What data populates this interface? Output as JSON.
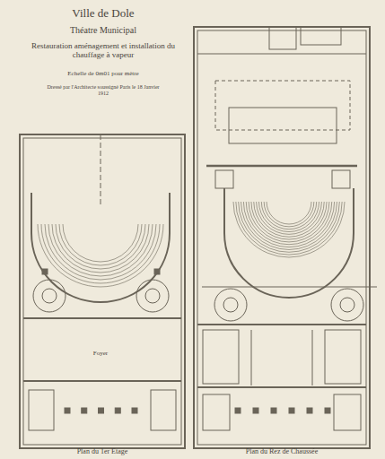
{
  "diagram": {
    "title": "Ville de Dole",
    "labels": [
      "Théatre Municipal",
      "Restauration aménagement et installation du chauffage à vapeur",
      "Echelle de 0m01 pour mètre",
      "Dressé par l'Architecte soussigné Paris le 18 Janvier 1912",
      "Foyer",
      "Plan du 1er Etage",
      "Plan du Rez de Chaussée"
    ]
  }
}
